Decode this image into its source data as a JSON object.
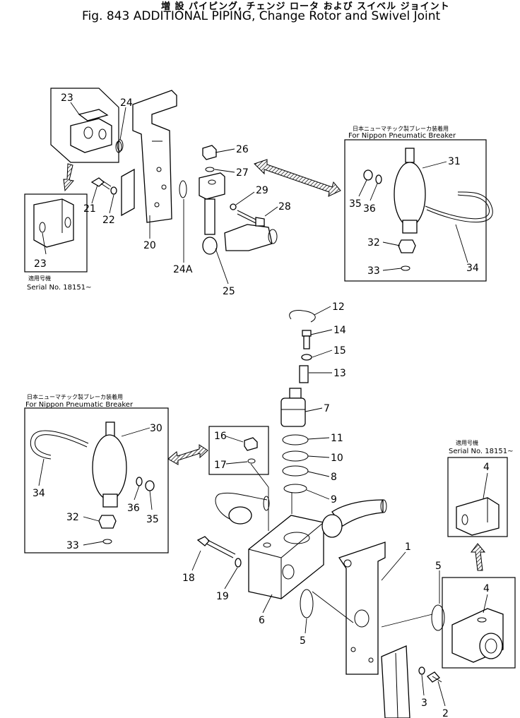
{
  "title": {
    "japanese": "増 設  パイピング, チェンジ ロータ および スイベル ジョイント",
    "english": "Fig. 843   ADDITIONAL PIPING, Change Rotor and Swivel Joint"
  },
  "notes": {
    "nippon_jp_top": "日本ニューマチック製ブレーカ装着用",
    "nippon_en_top": "For Nippon Pneumatic Breaker",
    "nippon_jp_left": "日本ニューマチック製ブレーカ装着用",
    "nippon_en_left": "For Nippon Pneumatic Breaker",
    "serial_jp_left": "適用号機",
    "serial_en_left": "Serial No. 18151~",
    "serial_jp_right": "適用号機",
    "serial_en_right": "Serial No. 18151~"
  },
  "parts": {
    "p1": "1",
    "p2": "2",
    "p3": "3",
    "p4a": "4",
    "p4b": "4",
    "p5a": "5",
    "p5b": "5",
    "p6": "6",
    "p7": "7",
    "p8": "8",
    "p9": "9",
    "p10": "10",
    "p11": "11",
    "p12": "12",
    "p13": "13",
    "p14": "14",
    "p15": "15",
    "p16": "16",
    "p17": "17",
    "p18": "18",
    "p19": "19",
    "p20": "20",
    "p21": "21",
    "p22": "22",
    "p23a": "23",
    "p23b": "23",
    "p24": "24",
    "p24a": "24A",
    "p25": "25",
    "p26": "26",
    "p27": "27",
    "p28": "28",
    "p29": "29",
    "p30": "30",
    "p31": "31",
    "p32a": "32",
    "p32b": "32",
    "p33a": "33",
    "p33b": "33",
    "p34a": "34",
    "p34b": "34",
    "p35a": "35",
    "p35b": "35",
    "p36a": "36",
    "p36b": "36"
  }
}
